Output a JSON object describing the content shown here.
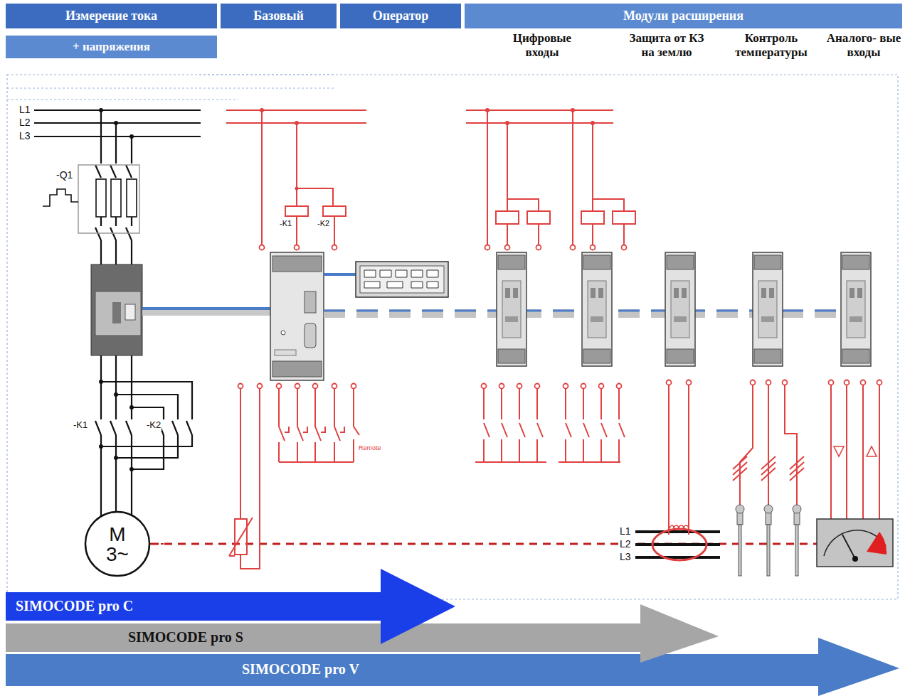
{
  "diagram": {
    "nodes": [
      {
        "text": [
          "Измерение тока"
        ]
      },
      {
        "text": [
          "+ напряжения"
        ]
      },
      {
        "text": [
          "Базовый"
        ]
      },
      {
        "text": [
          "Оператор"
        ]
      },
      {
        "text": [
          "Модули расширения"
        ]
      },
      {
        "text": [
          "M",
          "3~"
        ]
      },
      {
        "text": [
          "SIMOCODE pro C"
        ]
      },
      {
        "text": [
          "SIMOCODE pro S"
        ]
      },
      {
        "text": [
          "SIMOCODE pro V"
        ]
      }
    ],
    "labels": [
      "Цифровые входы",
      "Защита от КЗ на землю",
      "Контроль температуры",
      "Аналого- вые входы",
      "L1",
      "L2",
      "L3",
      "-Q1",
      "-K1",
      "-K2",
      "Remote",
      "-K1",
      "-K2",
      "L1",
      "L2",
      "L3"
    ]
  }
}
